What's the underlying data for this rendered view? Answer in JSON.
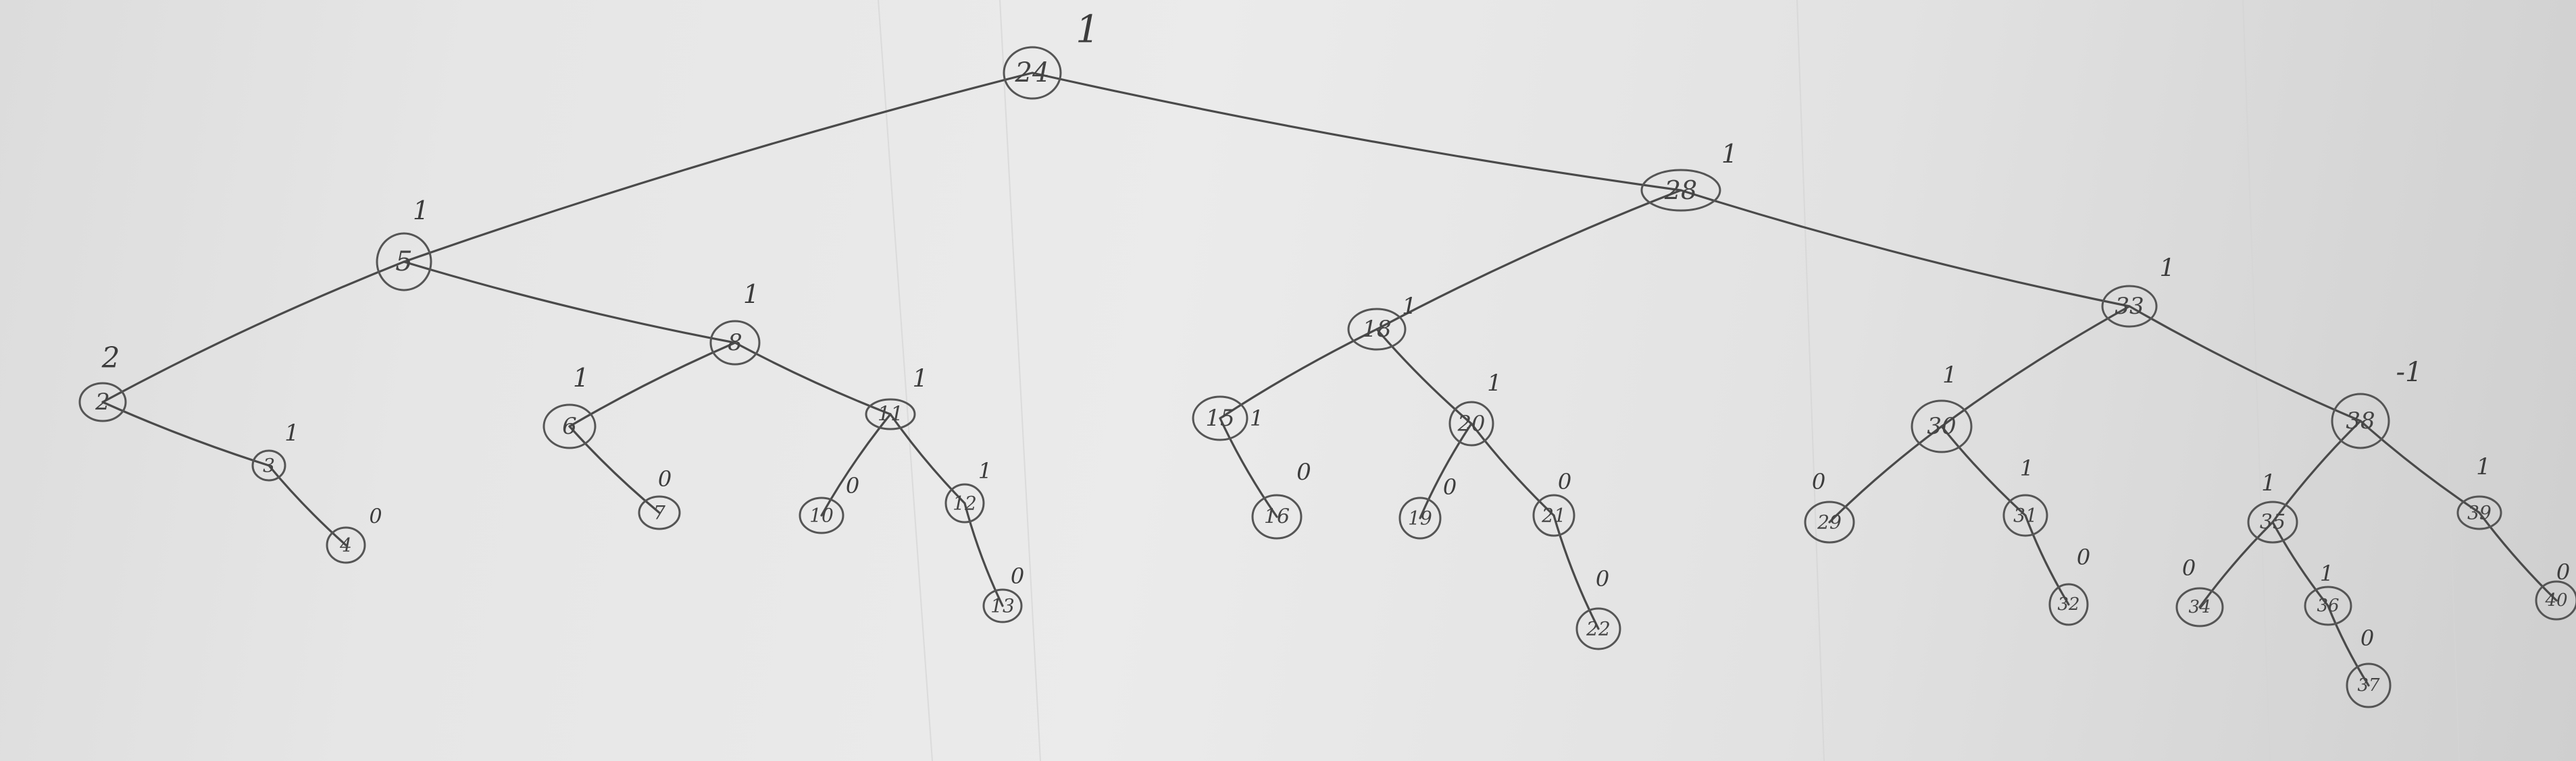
{
  "tree": {
    "nodes": [
      {
        "id": "n24",
        "label": "24",
        "balance": "1"
      },
      {
        "id": "n5",
        "label": "5",
        "balance": "1"
      },
      {
        "id": "n28",
        "label": "28",
        "balance": "1"
      },
      {
        "id": "n2",
        "label": "2",
        "balance": "2"
      },
      {
        "id": "n8",
        "label": "8",
        "balance": "1"
      },
      {
        "id": "n3",
        "label": "3",
        "balance": "1"
      },
      {
        "id": "n4",
        "label": "4",
        "balance": "0"
      },
      {
        "id": "n6",
        "label": "6",
        "balance": "1"
      },
      {
        "id": "n7",
        "label": "7",
        "balance": "0"
      },
      {
        "id": "n11",
        "label": "11",
        "balance": "1"
      },
      {
        "id": "n10",
        "label": "10",
        "balance": "0"
      },
      {
        "id": "n12",
        "label": "12",
        "balance": "1"
      },
      {
        "id": "n13",
        "label": "13",
        "balance": "0"
      },
      {
        "id": "n18",
        "label": "18",
        "balance": "1"
      },
      {
        "id": "n15",
        "label": "15",
        "balance": "1"
      },
      {
        "id": "n16",
        "label": "16",
        "balance": "0"
      },
      {
        "id": "n20",
        "label": "20",
        "balance": "1"
      },
      {
        "id": "n19",
        "label": "19",
        "balance": "0"
      },
      {
        "id": "n21",
        "label": "21",
        "balance": "0"
      },
      {
        "id": "n22",
        "label": "22",
        "balance": "0"
      },
      {
        "id": "n33",
        "label": "33",
        "balance": "1"
      },
      {
        "id": "n30",
        "label": "30",
        "balance": "1"
      },
      {
        "id": "n29",
        "label": "29",
        "balance": "0"
      },
      {
        "id": "n31",
        "label": "31",
        "balance": "1"
      },
      {
        "id": "n32",
        "label": "32",
        "balance": "0"
      },
      {
        "id": "n38",
        "label": "38",
        "balance": "-1"
      },
      {
        "id": "n35",
        "label": "35",
        "balance": "1"
      },
      {
        "id": "n34",
        "label": "34",
        "balance": "0"
      },
      {
        "id": "n36",
        "label": "36",
        "balance": "1"
      },
      {
        "id": "n37",
        "label": "37",
        "balance": "0"
      },
      {
        "id": "n39",
        "label": "39",
        "balance": "1"
      },
      {
        "id": "n40",
        "label": "40",
        "balance": "0"
      }
    ],
    "edges": [
      [
        "n24",
        "n5"
      ],
      [
        "n24",
        "n28"
      ],
      [
        "n5",
        "n2"
      ],
      [
        "n5",
        "n8"
      ],
      [
        "n2",
        "n3"
      ],
      [
        "n3",
        "n4"
      ],
      [
        "n8",
        "n6"
      ],
      [
        "n8",
        "n11"
      ],
      [
        "n6",
        "n7"
      ],
      [
        "n11",
        "n10"
      ],
      [
        "n11",
        "n12"
      ],
      [
        "n12",
        "n13"
      ],
      [
        "n28",
        "n18"
      ],
      [
        "n28",
        "n33"
      ],
      [
        "n18",
        "n15"
      ],
      [
        "n18",
        "n20"
      ],
      [
        "n15",
        "n16"
      ],
      [
        "n20",
        "n19"
      ],
      [
        "n20",
        "n21"
      ],
      [
        "n21",
        "n22"
      ],
      [
        "n33",
        "n30"
      ],
      [
        "n33",
        "n38"
      ],
      [
        "n30",
        "n29"
      ],
      [
        "n30",
        "n31"
      ],
      [
        "n31",
        "n32"
      ],
      [
        "n38",
        "n35"
      ],
      [
        "n38",
        "n39"
      ],
      [
        "n35",
        "n34"
      ],
      [
        "n35",
        "n36"
      ],
      [
        "n36",
        "n37"
      ],
      [
        "n39",
        "n40"
      ]
    ]
  }
}
